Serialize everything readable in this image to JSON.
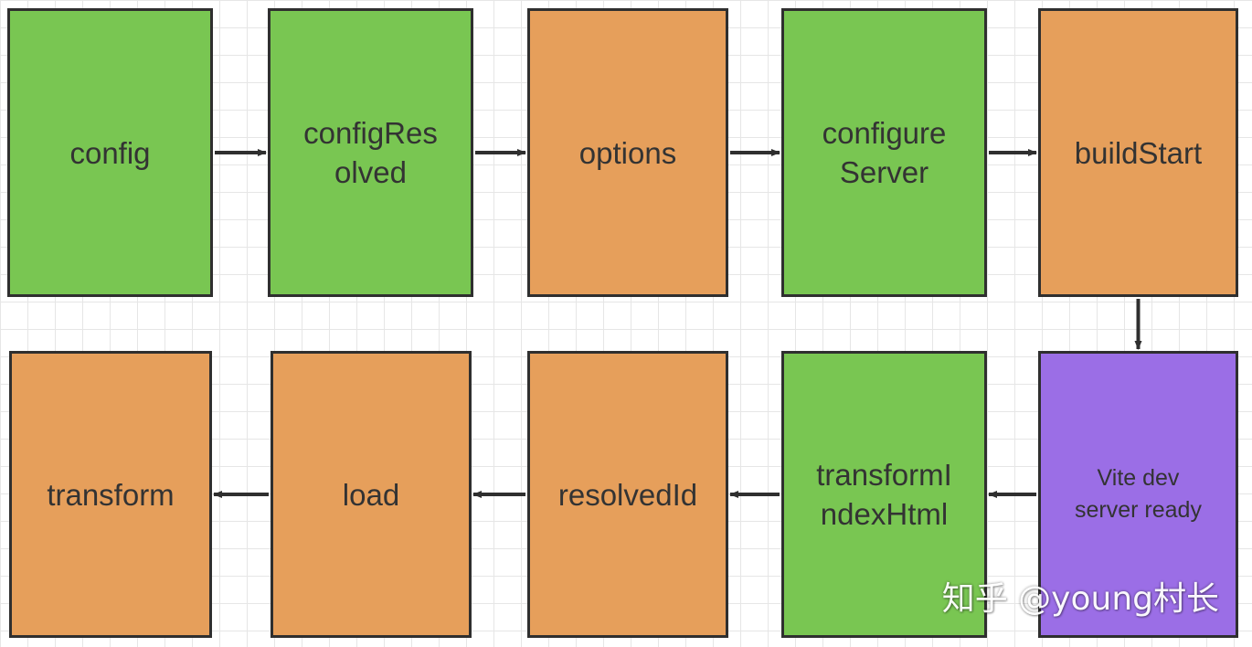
{
  "colors": {
    "green": "#79c652",
    "orange": "#e69f5b",
    "purple": "#9b6ee6",
    "border": "#2f2f2f",
    "arrow": "#2f2f2f",
    "text": "#333333"
  },
  "nodes": [
    {
      "id": "config",
      "label": "config",
      "color": "green"
    },
    {
      "id": "config-resolved",
      "label": "configRes\nolved",
      "color": "green"
    },
    {
      "id": "options",
      "label": "options",
      "color": "orange"
    },
    {
      "id": "configure-server",
      "label": "configure\nServer",
      "color": "green"
    },
    {
      "id": "build-start",
      "label": "buildStart",
      "color": "orange"
    },
    {
      "id": "vite-dev-server-ready",
      "label": "Vite dev\nserver ready",
      "color": "purple"
    },
    {
      "id": "transform-index-html",
      "label": "transformI\nndexHtml",
      "color": "green"
    },
    {
      "id": "resolved-id",
      "label": "resolvedId",
      "color": "orange"
    },
    {
      "id": "load",
      "label": "load",
      "color": "orange"
    },
    {
      "id": "transform",
      "label": "transform",
      "color": "orange"
    }
  ],
  "edges": [
    {
      "from": "config",
      "to": "config-resolved"
    },
    {
      "from": "config-resolved",
      "to": "options"
    },
    {
      "from": "options",
      "to": "configure-server"
    },
    {
      "from": "configure-server",
      "to": "build-start"
    },
    {
      "from": "build-start",
      "to": "vite-dev-server-ready"
    },
    {
      "from": "vite-dev-server-ready",
      "to": "transform-index-html"
    },
    {
      "from": "transform-index-html",
      "to": "resolved-id"
    },
    {
      "from": "resolved-id",
      "to": "load"
    },
    {
      "from": "load",
      "to": "transform"
    }
  ],
  "watermark": "知乎 @young村长"
}
